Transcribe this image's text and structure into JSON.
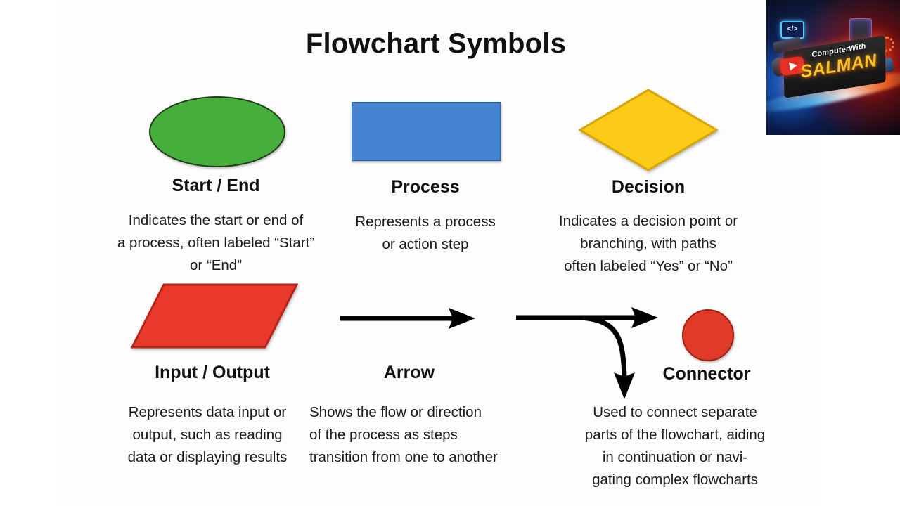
{
  "slide": {
    "title": "Flowchart Symbols",
    "background_color": "#ffffff"
  },
  "logo": {
    "name": "computer-with-salman-watermark",
    "top_text": "ComputerWith",
    "main_text": "SALMAN",
    "accent_red": "#e53026",
    "accent_yellow": "#f7c52a",
    "accent_blue": "#4fc8ff"
  },
  "symbols": [
    {
      "id": "start-end",
      "shape": "ellipse",
      "color": "#46ae3a",
      "border_color": "#1f3d18",
      "title": "Start / End",
      "description": "Indicates the start or end of a process, often labeled “Start” or “End”",
      "description_lines": [
        "Indicates the start or end of",
        "a process, often labeled “Start”",
        "or “End”"
      ]
    },
    {
      "id": "process",
      "shape": "rectangle",
      "color": "#4484d1",
      "border_color": "#2e64a8",
      "title": "Process",
      "description": "Represents a process or action step",
      "description_lines": [
        "Represents a process",
        "or action step"
      ]
    },
    {
      "id": "decision",
      "shape": "diamond",
      "color": "#fccb18",
      "border_color": "#d8a400",
      "title": "Decision",
      "description": "Indicates a decision point or branching, with paths often labeled “Yes” or “No”",
      "description_lines": [
        "Indicates a decision point or",
        "branching, with paths",
        "often labeled “Yes” or “No”"
      ]
    },
    {
      "id": "input-output",
      "shape": "parallelogram",
      "color": "#e8392a",
      "border_color": "#b52518",
      "title": "Input / Output",
      "description": "Represents data input or output, such as reading data or displaying results",
      "description_lines": [
        "Represents data input or",
        "output, such as reading",
        "data or displaying results"
      ]
    },
    {
      "id": "arrow",
      "shape": "arrow",
      "color": "#000000",
      "border_color": "#000000",
      "title": "Arrow",
      "description": "Shows the flow or direction of the process as steps transition from one to another",
      "description_lines": [
        "Shows the flow or direction",
        "of the process as steps",
        "transition from one to another"
      ]
    },
    {
      "id": "connector",
      "shape": "circle",
      "color": "#e03a28",
      "border_color": "#a32015",
      "title": "Connector",
      "description": "Used to connect separate parts of the flowchart, aiding in continuation or navi-gating complex flowcharts",
      "description_lines": [
        "Used to connect separate",
        "parts of the flowchart, aiding",
        "in continuation or navi-",
        "gating complex flowcharts"
      ]
    }
  ]
}
